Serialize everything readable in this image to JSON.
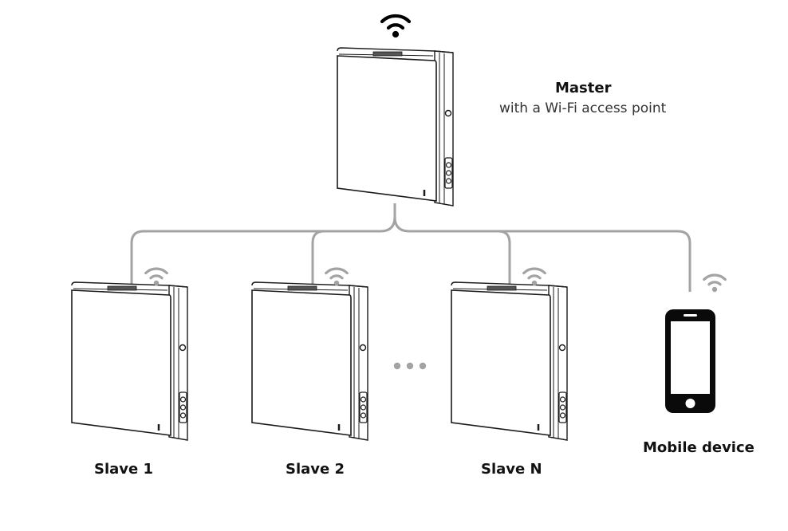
{
  "master": {
    "title": "Master",
    "subtitle": "with a Wi-Fi access point"
  },
  "slaves": [
    {
      "label": "Slave 1"
    },
    {
      "label": "Slave 2"
    },
    {
      "label": "Slave N"
    }
  ],
  "mobile": {
    "label": "Mobile device"
  },
  "colors": {
    "line": "#a3a3a3",
    "wifi_master": "#000000",
    "wifi_slave": "#a3a3a3",
    "outline": "#1a1a1a"
  },
  "icons": {
    "master_signal": "wifi-icon",
    "slave_signal": "wifi-icon",
    "ellipsis": "more-dots-icon",
    "phone": "smartphone-icon"
  }
}
